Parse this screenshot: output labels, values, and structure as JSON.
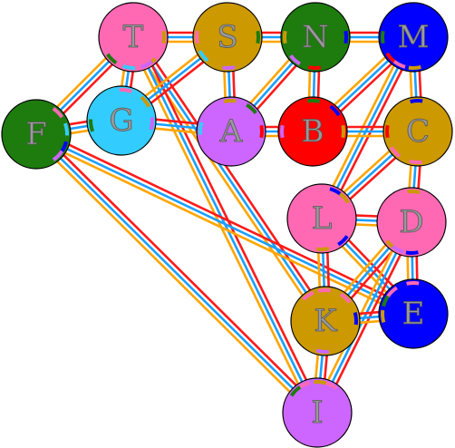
{
  "diagram": {
    "colors": {
      "edge_red": "#ff1a1a",
      "edge_blue": "#1a9fff",
      "edge_orange": "#ffa500",
      "node_outline": "#000000"
    },
    "nodes": [
      {
        "id": "T",
        "label": "T",
        "fill": "#ff69b4"
      },
      {
        "id": "S",
        "label": "S",
        "fill": "#cc9900"
      },
      {
        "id": "N",
        "label": "N",
        "fill": "#1e7b0e"
      },
      {
        "id": "M",
        "label": "M",
        "fill": "#0000ff"
      },
      {
        "id": "F",
        "label": "F",
        "fill": "#1e7b0e"
      },
      {
        "id": "G",
        "label": "G",
        "fill": "#33ccff"
      },
      {
        "id": "A",
        "label": "A",
        "fill": "#cc66ff"
      },
      {
        "id": "B",
        "label": "B",
        "fill": "#ff0000"
      },
      {
        "id": "C",
        "label": "C",
        "fill": "#cc9900"
      },
      {
        "id": "L",
        "label": "L",
        "fill": "#ff69b4"
      },
      {
        "id": "D",
        "label": "D",
        "fill": "#ff69b4"
      },
      {
        "id": "K",
        "label": "K",
        "fill": "#cc9900"
      },
      {
        "id": "E",
        "label": "E",
        "fill": "#0000ff"
      },
      {
        "id": "I",
        "label": "I",
        "fill": "#cc66ff"
      }
    ],
    "edges": [
      [
        "T",
        "S"
      ],
      [
        "S",
        "N"
      ],
      [
        "N",
        "M"
      ],
      [
        "T",
        "F"
      ],
      [
        "T",
        "G"
      ],
      [
        "T",
        "K"
      ],
      [
        "T",
        "I"
      ],
      [
        "S",
        "G"
      ],
      [
        "S",
        "A"
      ],
      [
        "N",
        "A"
      ],
      [
        "N",
        "B"
      ],
      [
        "M",
        "B"
      ],
      [
        "M",
        "C"
      ],
      [
        "M",
        "L"
      ],
      [
        "F",
        "G"
      ],
      [
        "F",
        "E"
      ],
      [
        "F",
        "I"
      ],
      [
        "G",
        "A"
      ],
      [
        "A",
        "B"
      ],
      [
        "B",
        "C"
      ],
      [
        "C",
        "L"
      ],
      [
        "C",
        "D"
      ],
      [
        "L",
        "D"
      ],
      [
        "L",
        "K"
      ],
      [
        "L",
        "E"
      ],
      [
        "D",
        "K"
      ],
      [
        "D",
        "E"
      ],
      [
        "D",
        "I"
      ],
      [
        "K",
        "E"
      ],
      [
        "K",
        "I"
      ]
    ]
  }
}
